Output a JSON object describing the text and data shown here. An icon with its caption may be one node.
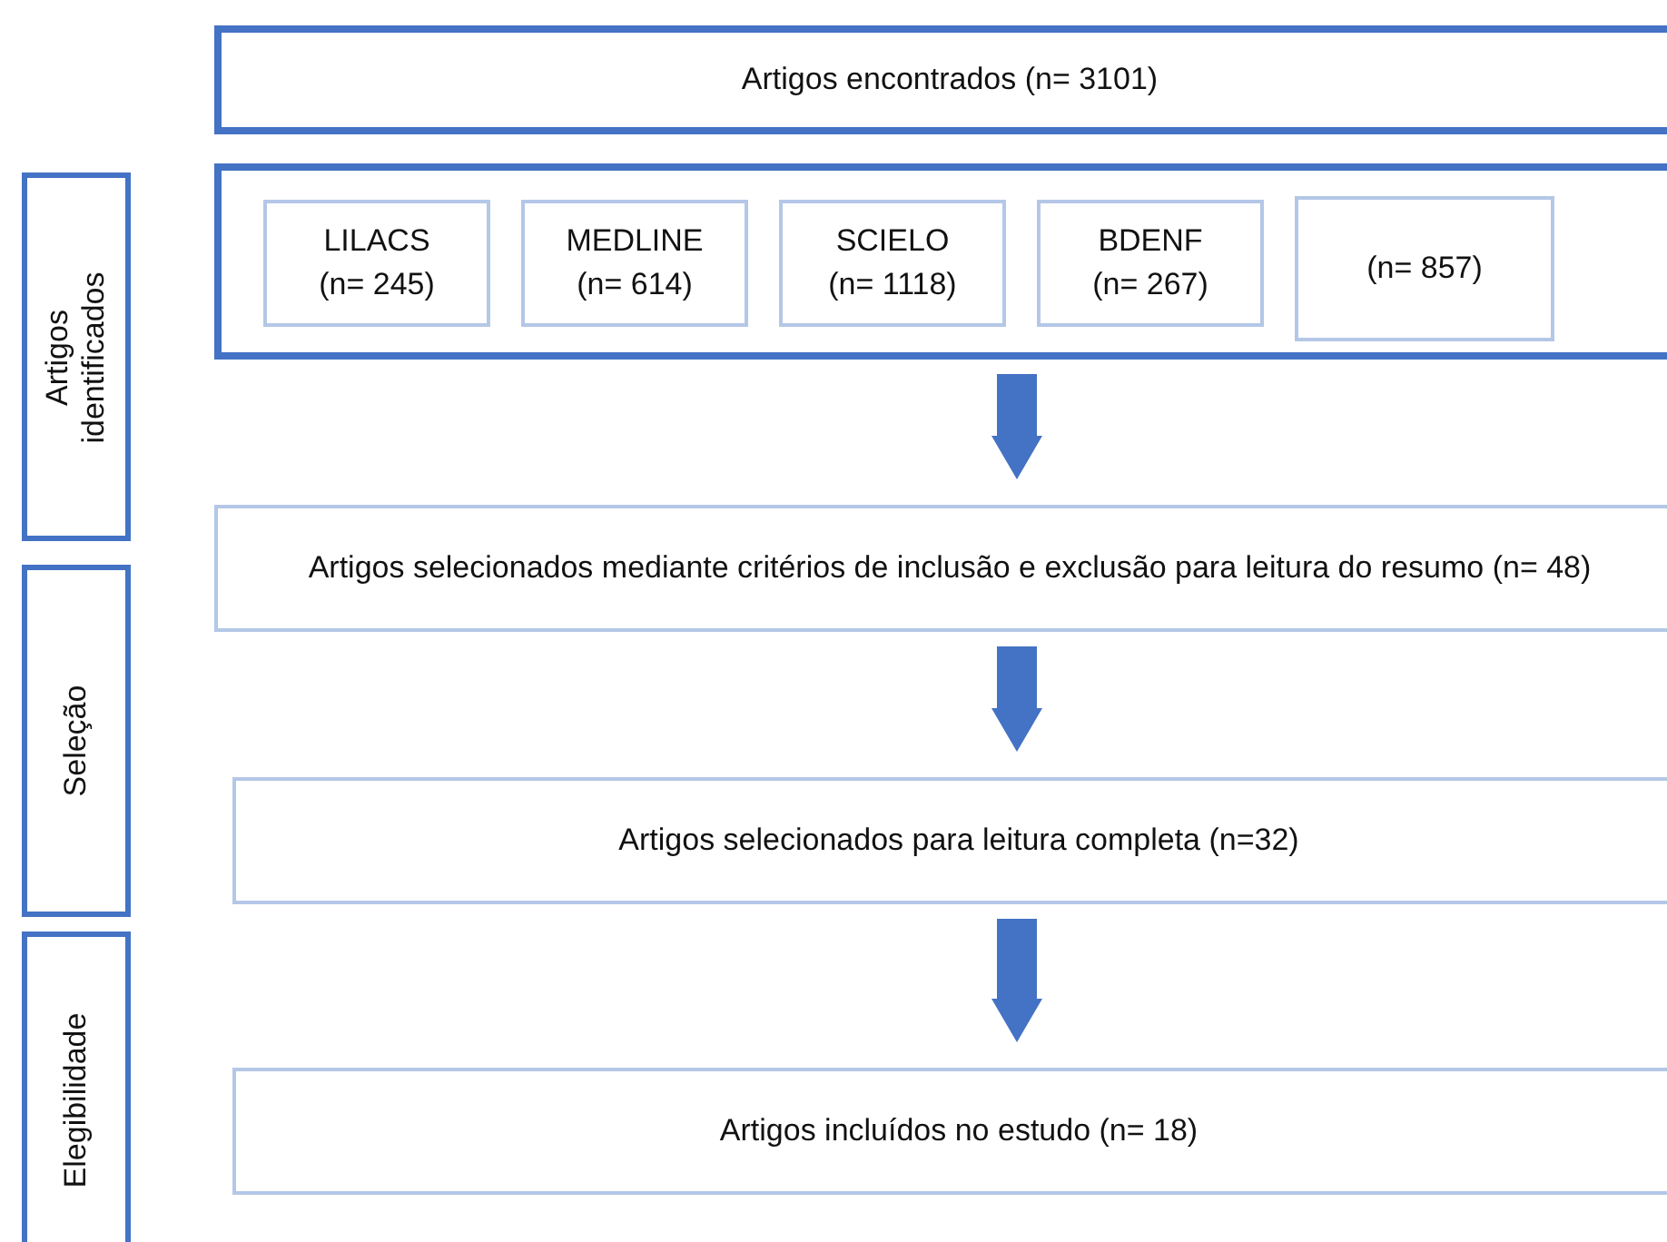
{
  "diagram": {
    "nodes": [
      {
        "text": [
          "Artigos encontrados  (n= 3101)"
        ]
      },
      {
        "text": [
          "Artigos identificados"
        ]
      },
      {
        "text": [],
        "shape": "box"
      },
      {
        "text": [
          "LILACS (n= 245)"
        ],
        "in": 2
      },
      {
        "text": [
          "MEDLINE (n= 614)"
        ],
        "in": 2
      },
      {
        "text": [
          "SCIELO (n= 1118)"
        ],
        "in": 2
      },
      {
        "text": [
          "BDENF (n= 267)"
        ],
        "in": 2
      },
      {
        "text": [
          "(n= 857)"
        ],
        "in": 2
      },
      {
        "text": [
          "Artigos selecionados mediante critérios de inclusão e exclusão para leitura do resumo (n= 48)"
        ]
      },
      {
        "text": [
          "Seleção"
        ]
      },
      {
        "text": [
          "Artigos selecionados para leitura completa (n=32)"
        ]
      },
      {
        "text": [
          "Elegibilidade"
        ]
      },
      {
        "text": [
          "Artigos incluídos no estudo (n= 18)"
        ]
      }
    ],
    "edges": [
      {
        "from": 2,
        "to": 8,
        "arrow": "to"
      },
      {
        "from": 8,
        "to": 10,
        "arrow": "to"
      },
      {
        "from": 10,
        "to": 12,
        "arrow": "to"
      }
    ]
  }
}
